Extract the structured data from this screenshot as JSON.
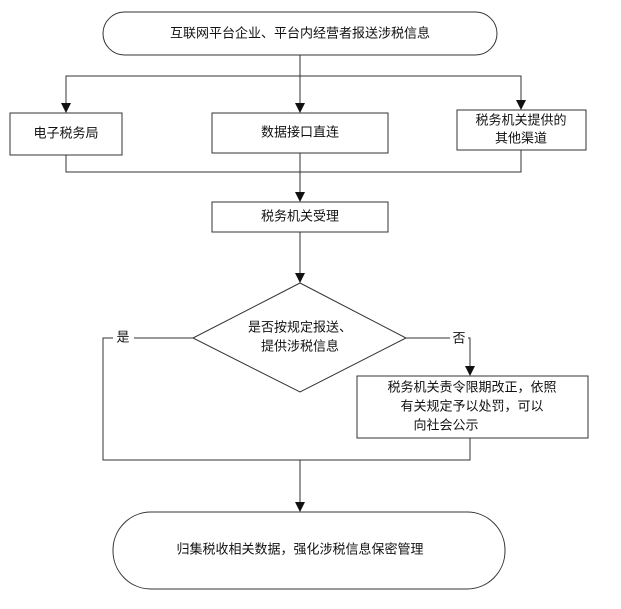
{
  "nodes": {
    "start": "互联网平台企业、平台内经营者报送涉税信息",
    "channel_1": "电子税务局",
    "channel_2": "数据接口直连",
    "channel_3_line1": "税务机关提供的",
    "channel_3_line2": "其他渠道",
    "accept": "税务机关受理",
    "decision_line1": "是否按规定报送、",
    "decision_line2": "提供涉税信息",
    "penalty_line1": "税务机关责令限期改正，依照",
    "penalty_line2": "有关规定予以处罚，可以",
    "penalty_line3": "向社会公示",
    "end": "归集税收相关数据，强化涉税信息保密管理"
  },
  "labels": {
    "yes": "是",
    "no": "否"
  }
}
